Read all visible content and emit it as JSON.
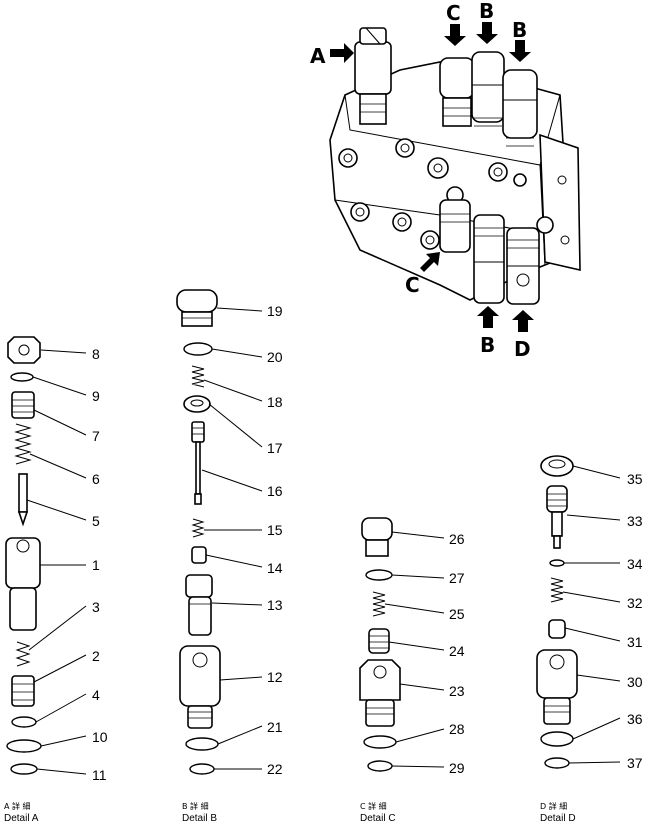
{
  "assembly": {
    "arrow_labels": [
      "A",
      "C",
      "B",
      "B",
      "C",
      "B",
      "D"
    ]
  },
  "details": [
    {
      "jp": "A 詳 細",
      "en": "Detail  A"
    },
    {
      "jp": "B 詳 細",
      "en": "Detail  B"
    },
    {
      "jp": "C 詳 細",
      "en": "Detail  C"
    },
    {
      "jp": "D 詳 細",
      "en": "Detail  D"
    }
  ],
  "part_numbers": {
    "detail_a": [
      "8",
      "9",
      "7",
      "6",
      "5",
      "1",
      "3",
      "2",
      "4",
      "10",
      "11"
    ],
    "detail_b": [
      "19",
      "20",
      "18",
      "17",
      "16",
      "15",
      "14",
      "13",
      "12",
      "21",
      "22"
    ],
    "detail_c": [
      "26",
      "27",
      "25",
      "24",
      "23",
      "28",
      "29"
    ],
    "detail_d": [
      "35",
      "33",
      "34",
      "32",
      "31",
      "30",
      "36",
      "37"
    ]
  }
}
